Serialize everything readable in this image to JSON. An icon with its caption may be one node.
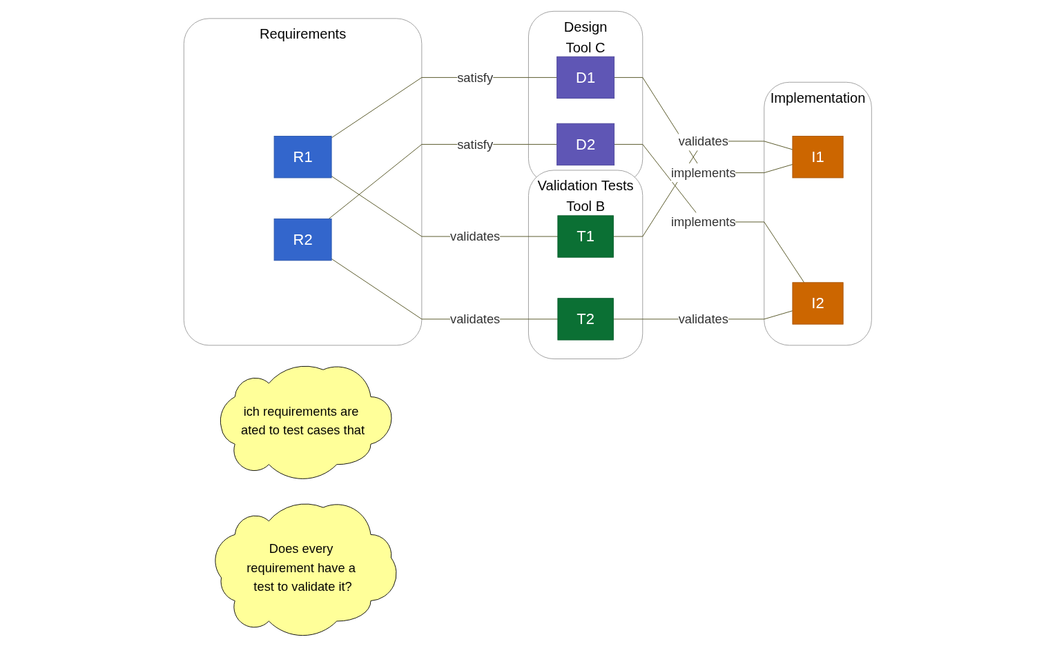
{
  "diagram": {
    "nodes": [
      {
        "text": [
          "Requirements"
        ]
      },
      {
        "text": [
          "R1"
        ],
        "in": 0
      },
      {
        "text": [
          "R2"
        ],
        "in": 0
      },
      {
        "text": [
          "Validation Tests",
          "Tool B"
        ]
      },
      {
        "text": [
          "T1"
        ],
        "in": 3
      },
      {
        "text": [
          "T2"
        ],
        "in": 3
      },
      {
        "text": [
          "Design",
          "Tool C"
        ]
      },
      {
        "text": [
          "D1"
        ],
        "in": 6
      },
      {
        "text": [
          "D2"
        ],
        "in": 6
      },
      {
        "text": [
          "Implementation"
        ]
      },
      {
        "text": [
          "I1"
        ],
        "in": 9
      },
      {
        "text": [
          "I2"
        ],
        "in": 9
      },
      {
        "text": [
          "ich requirements are ated to test cases that"
        ]
      },
      {
        "text": [
          "Does every requirement have a test to validate it?"
        ]
      }
    ],
    "edges": [
      {
        "from": 1,
        "to": 4,
        "arrow": "none",
        "label": "validates"
      },
      {
        "from": 1,
        "to": 7,
        "arrow": "none",
        "label": "satisfy"
      },
      {
        "from": 4,
        "to": 10,
        "arrow": "none",
        "label": "validates"
      },
      {
        "from": 7,
        "to": 10,
        "arrow": "none",
        "label": "implements"
      },
      {
        "from": 2,
        "to": 8,
        "arrow": "none",
        "label": "satisfy"
      },
      {
        "from": 8,
        "to": 11,
        "arrow": "none",
        "label": "implements"
      },
      {
        "from": 2,
        "to": 5,
        "arrow": "none",
        "label": "validates"
      },
      {
        "from": 5,
        "to": 11,
        "arrow": "none",
        "label": "validates"
      }
    ]
  }
}
